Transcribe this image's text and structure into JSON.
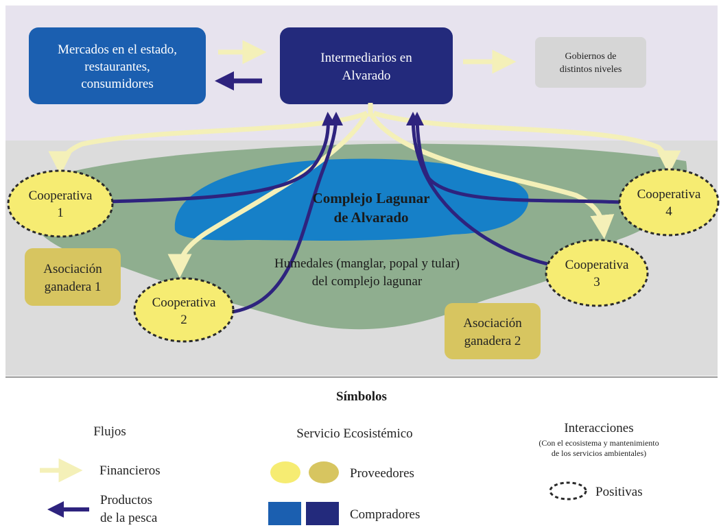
{
  "diagram": {
    "top_nodes": {
      "mercados": [
        "Mercados en el estado,",
        "restaurantes,",
        "consumidores"
      ],
      "intermediarios": [
        "Intermediarios en",
        "Alvarado"
      ],
      "gobiernos": [
        "Gobiernos de",
        "distintos niveles"
      ]
    },
    "lagoon_label": [
      "Complejo Lagunar",
      "de Alvarado"
    ],
    "wetlands_label": [
      "Humedales (manglar, popal y tular)",
      "del complejo lagunar"
    ],
    "cooperativas": [
      {
        "line1": "Cooperativa",
        "line2": "1"
      },
      {
        "line1": "Cooperativa",
        "line2": "2"
      },
      {
        "line1": "Cooperativa",
        "line2": "3"
      },
      {
        "line1": "Cooperativa",
        "line2": "4"
      }
    ],
    "asociaciones": [
      {
        "line1": "Asociación",
        "line2": "ganadera 1"
      },
      {
        "line1": "Asociación",
        "line2": "ganadera 2"
      }
    ]
  },
  "legend": {
    "title": "Símbolos",
    "flujos": {
      "heading": "Flujos",
      "financieros": "Financieros",
      "productos": [
        "Productos",
        "de la pesca"
      ]
    },
    "servicio": {
      "heading": "Servicio Ecosistémico",
      "proveedores": "Proveedores",
      "compradores": "Compradores"
    },
    "interacciones": {
      "heading": "Interacciones",
      "sub": [
        "(Con el ecosistema y mantenimiento",
        "de los servicios ambientales)"
      ],
      "positivas": "Positivas"
    }
  },
  "colors": {
    "sky": "#e7e3ee",
    "land": "#dcdcdc",
    "wetland": "#8fae8f",
    "lagoon": "#1680c8",
    "mercados_box": "#1b5fb0",
    "intermediarios_box": "#232a7c",
    "gobiernos_box": "#d6d6d6",
    "cooperativa_fill": "#f6ec72",
    "asociacion_fill": "#d7c560",
    "financial_arrow": "#f4f0b8",
    "product_arrow": "#2e237e"
  }
}
